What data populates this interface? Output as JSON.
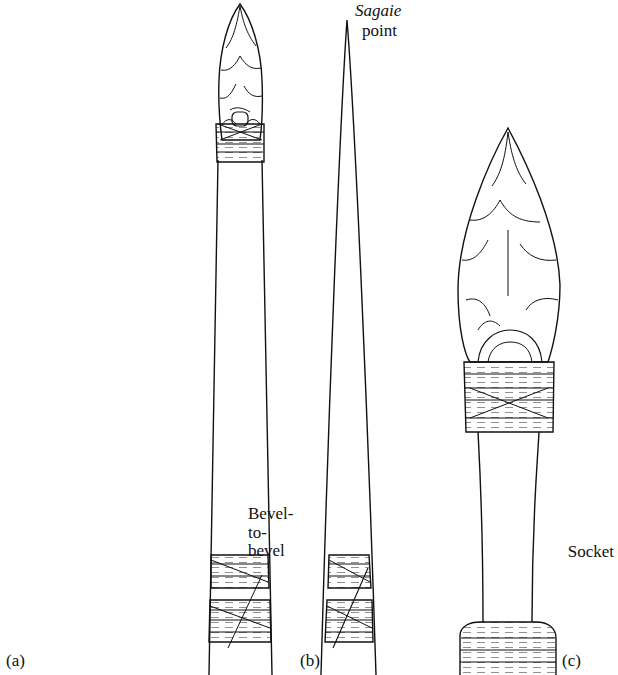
{
  "diagram": {
    "labels": [
      "Sagaie",
      "point",
      "Bevel-to-bevel",
      "Socket",
      "(a)",
      "(b)",
      "(c)"
    ]
  }
}
